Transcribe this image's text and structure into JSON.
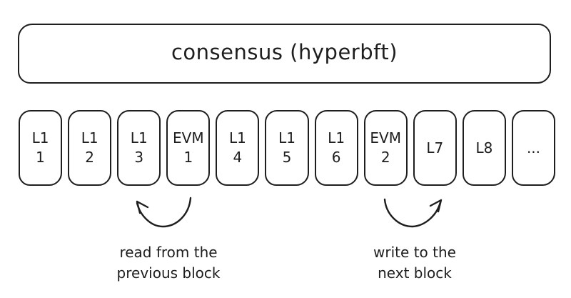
{
  "colors": {
    "stroke": "#1e1e1e",
    "background": "#ffffff"
  },
  "consensus_box": {
    "label": "consensus (hyperbft)"
  },
  "blocks": [
    {
      "line1": "L1",
      "line2": "1"
    },
    {
      "line1": "L1",
      "line2": "2"
    },
    {
      "line1": "L1",
      "line2": "3"
    },
    {
      "line1": "EVM",
      "line2": "1"
    },
    {
      "line1": "L1",
      "line2": "4"
    },
    {
      "line1": "L1",
      "line2": "5"
    },
    {
      "line1": "L1",
      "line2": "6"
    },
    {
      "line1": "EVM",
      "line2": "2"
    },
    {
      "line1": "L7"
    },
    {
      "line1": "L8"
    },
    {
      "line1": "..."
    }
  ],
  "annotations": {
    "read": {
      "line1": "read from the",
      "line2": "previous block"
    },
    "write": {
      "line1": "write to the",
      "line2": "next block"
    }
  }
}
